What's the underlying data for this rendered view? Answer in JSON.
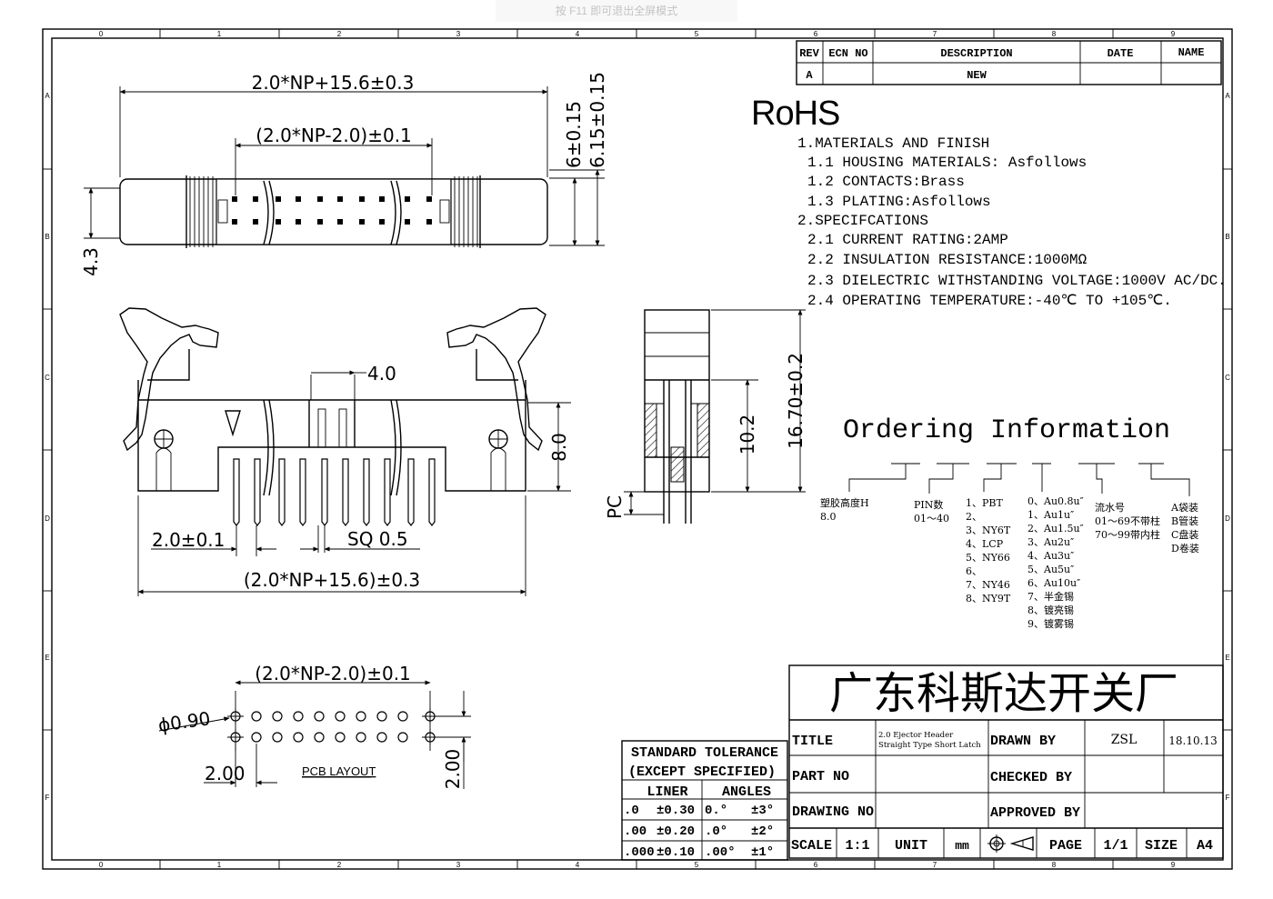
{
  "overlay": {
    "fullscreen_hint": "按 F11 即可退出全屏模式"
  },
  "border": {
    "columns": [
      "0",
      "1",
      "2",
      "3",
      "4",
      "5",
      "6",
      "7",
      "8",
      "9"
    ],
    "rows": [
      "A",
      "B",
      "C",
      "D",
      "E",
      "F"
    ]
  },
  "revision": {
    "headers": [
      "REV",
      "ECN NO",
      "DESCRIPTION",
      "DATE",
      "NAME"
    ],
    "row": {
      "rev": "A",
      "ecn": "",
      "description": "NEW",
      "date": "",
      "name": ""
    }
  },
  "rohs": "RoHS",
  "notes": [
    "1.MATERIALS AND FINISH",
    "1.1 HOUSING MATERIALS: Asfollows",
    "1.2 CONTACTS:Brass",
    "1.3 PLATING:Asfollows",
    "2.SPECIFCATIONS",
    "2.1 CURRENT RATING:2AMP",
    "2.2 INSULATION RESISTANCE:1000MΩ",
    "2.3 DIELECTRIC WITHSTANDING VOLTAGE:1000V AC/DC.",
    "2.4 OPERATING TEMPERATURE:-40℃ TO +105℃."
  ],
  "top_view": {
    "overall": "2.0*NP+15.6±0.3",
    "pitch_span": "(2.0*NP-2.0)±0.1",
    "height_a": "6±0.15",
    "height_b": "6.15±0.15",
    "side": "4.3"
  },
  "front_view": {
    "pin_box": "4.0",
    "height": "8.0",
    "pitch": "2.0±0.1",
    "sq": "SQ 0.5",
    "overall": "(2.0*NP+15.6)±0.3"
  },
  "side_view": {
    "height": "16.70±0.2",
    "inner": "10.2",
    "pc": "PC"
  },
  "pcb_layout": {
    "span": "(2.0*NP-2.0)±0.1",
    "hole": "ϕ0.90",
    "pitch_x": "2.00",
    "pitch_y": "2.00",
    "label": "PCB LAYOUT"
  },
  "ordering": {
    "title": "Ordering Information",
    "columns": [
      {
        "lines": [
          "塑胶高度H",
          "8.0"
        ]
      },
      {
        "lines": [
          "PIN数",
          "01～40"
        ]
      },
      {
        "lines": [
          "1、PBT",
          "2、",
          "3、NY6T",
          "4、LCP",
          "5、NY66",
          "6、",
          "7、NY46",
          "8、NY9T"
        ]
      },
      {
        "lines": [
          "0、Au0.8u″",
          "1、Au1u″",
          "2、Au1.5u″",
          "3、Au2u″",
          "4、Au3u″",
          "5、Au5u″",
          "6、Au10u″",
          "7、半金锡",
          "8、镀亮锡",
          "9、镀雾锡"
        ]
      },
      {
        "lines": [
          "流水号",
          "01～69不带柱",
          "70～99带内柱"
        ]
      },
      {
        "lines": [
          "A袋装",
          "B管装",
          "C盘装",
          "D卷装"
        ]
      }
    ]
  },
  "company": "广东科斯达开关厂",
  "title_block": {
    "title_label": "TITLE",
    "title_value_1": "2.0 Ejector Header",
    "title_value_2": "Straight Type Short Latch",
    "part_label": "PART NO",
    "drawing_label": "DRAWING NO",
    "drawn_label": "DRAWN BY",
    "drawn_value": "ZSL",
    "date_value": "18.10.13",
    "checked_label": "CHECKED BY",
    "approved_label": "APPROVED BY",
    "scale_label": "SCALE",
    "scale_value": "1:1",
    "unit_label": "UNIT",
    "unit_value": "mm",
    "page_label": "PAGE",
    "page_value": "1/1",
    "size_label": "SIZE",
    "size_value": "A4"
  },
  "tolerance": {
    "title_1": "STANDARD TOLERANCE",
    "title_2": "(EXCEPT SPECIFIED)",
    "liner": "LINER",
    "angles": "ANGLES",
    "rows": [
      {
        "lin": ".0",
        "lin_tol": "±0.30",
        "ang": "0.°",
        "ang_tol": "±3°"
      },
      {
        "lin": ".00",
        "lin_tol": "±0.20",
        "ang": ".0°",
        "ang_tol": "±2°"
      },
      {
        "lin": ".000",
        "lin_tol": "±0.10",
        "ang": ".00°",
        "ang_tol": "±1°"
      }
    ]
  }
}
